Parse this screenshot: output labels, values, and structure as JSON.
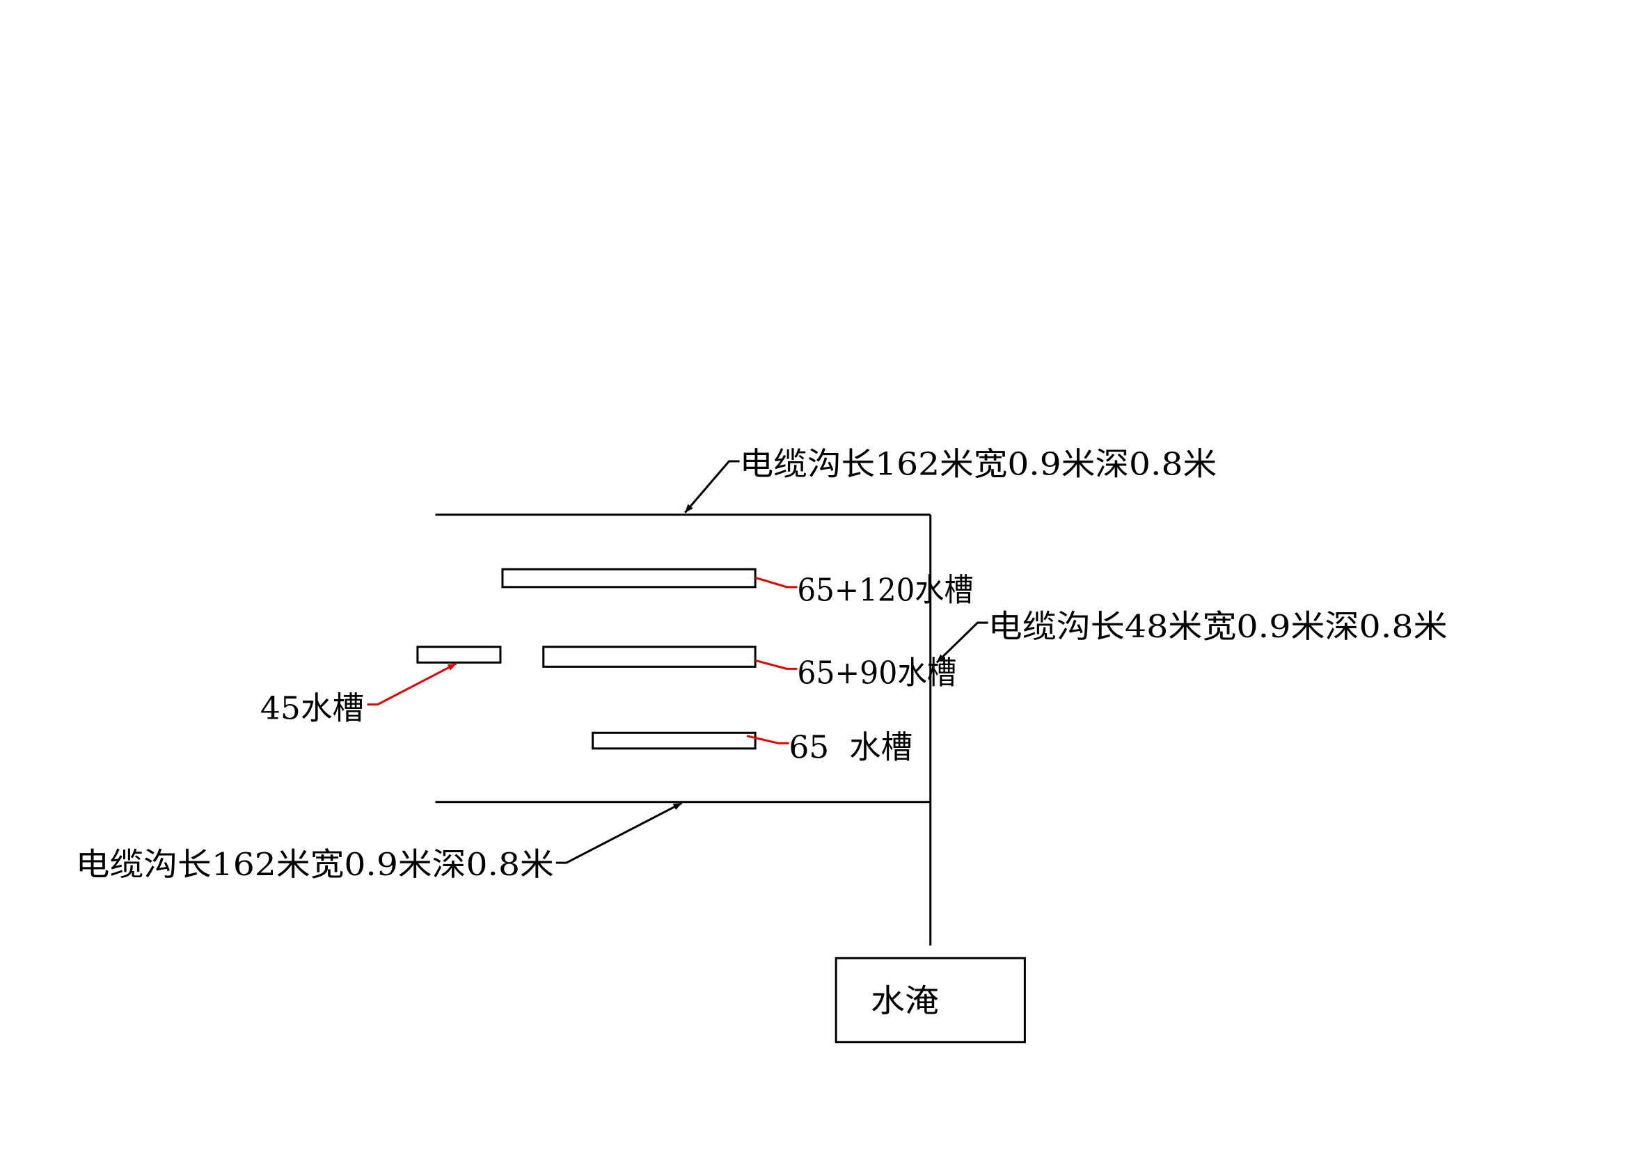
{
  "labels": {
    "trench_top": "电缆沟长162米宽0.9米深0.8米",
    "trench_bottom": "电缆沟长162米宽0.9米深0.8米",
    "trench_right": "电缆沟长48米宽0.9米深0.8米",
    "trough_65_120": "65+120水槽",
    "trough_65_90": "65+90水槽",
    "trough_65": "65  水槽",
    "trough_45": "45水槽",
    "sump": "水淹"
  },
  "colors": {
    "line": "#000000",
    "leader_red": "#e00000"
  }
}
